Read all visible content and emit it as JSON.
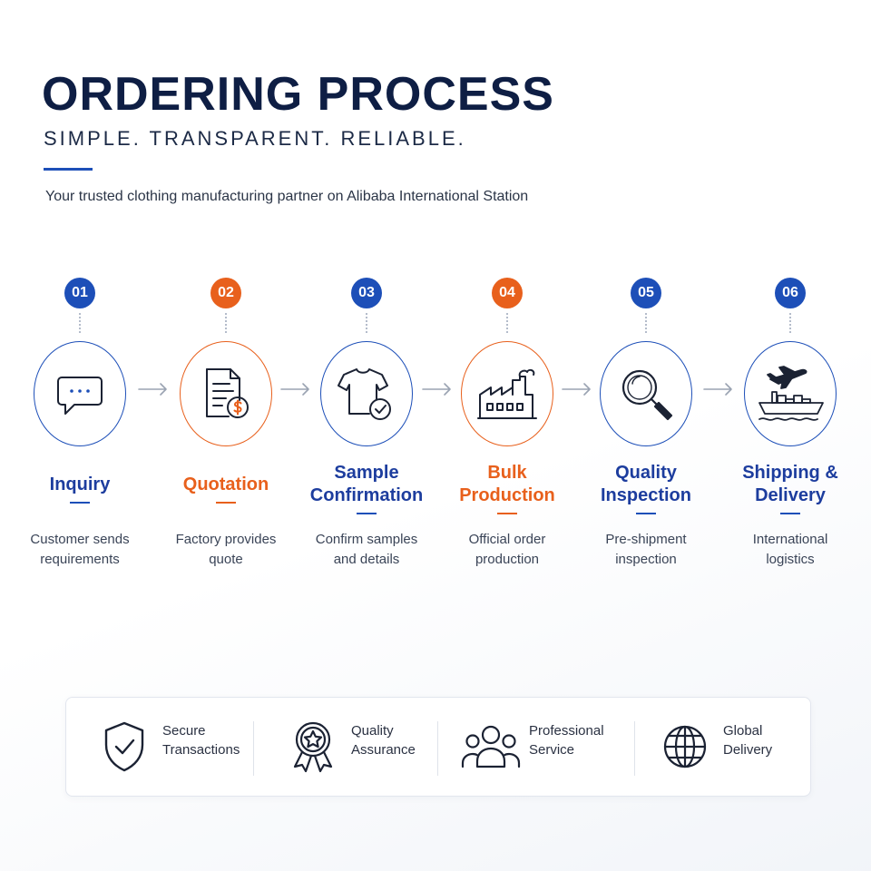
{
  "header": {
    "title": "ORDERING PROCESS",
    "subtitle": "SIMPLE. TRANSPARENT. RELIABLE.",
    "tagline": "Your trusted clothing manufacturing partner on Alibaba International Station"
  },
  "colors": {
    "blue": "#1d4fb8",
    "orange": "#e8601c",
    "navy": "#0e1e44"
  },
  "steps": [
    {
      "number": "01",
      "label": "Inquiry",
      "desc": "Customer sends requirements",
      "accent": "blue",
      "icon": "chat-icon"
    },
    {
      "number": "02",
      "label": "Quotation",
      "desc": "Factory provides quote",
      "accent": "orange",
      "icon": "invoice-dollar-icon"
    },
    {
      "number": "03",
      "label": "Sample Confirmation",
      "desc": "Confirm samples and details",
      "accent": "blue",
      "icon": "tshirt-check-icon"
    },
    {
      "number": "04",
      "label": "Bulk Production",
      "desc": "Official order production",
      "accent": "orange",
      "icon": "factory-icon"
    },
    {
      "number": "05",
      "label": "Quality Inspection",
      "desc": "Pre-shipment inspection",
      "accent": "blue",
      "icon": "magnifier-icon"
    },
    {
      "number": "06",
      "label": "Shipping & Delivery",
      "desc": "International logistics",
      "accent": "blue",
      "icon": "plane-ship-icon"
    }
  ],
  "features": [
    {
      "line1": "Secure",
      "line2": "Transactions",
      "icon": "shield-check-icon"
    },
    {
      "line1": "Quality",
      "line2": "Assurance",
      "icon": "badge-star-icon"
    },
    {
      "line1": "Professional",
      "line2": "Service",
      "icon": "team-icon"
    },
    {
      "line1": "Global",
      "line2": "Delivery",
      "icon": "globe-icon"
    }
  ]
}
